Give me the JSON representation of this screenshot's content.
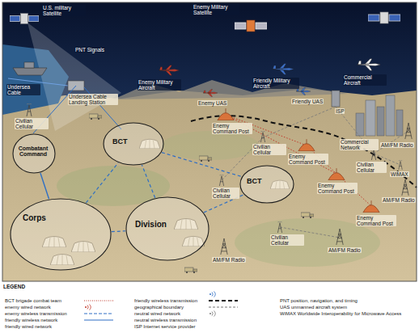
{
  "diagram": {
    "nodes": [
      {
        "text": [
          "Combatant Command"
        ]
      },
      {
        "text": [
          "BCT"
        ]
      },
      {
        "text": [
          "BCT"
        ]
      },
      {
        "text": [
          "Corps"
        ]
      },
      {
        "text": [
          "Division"
        ]
      }
    ],
    "edges": [
      {
        "from": 0,
        "to": 3,
        "arrow": "none"
      },
      {
        "from": 3,
        "to": 4,
        "arrow": "none"
      },
      {
        "from": 3,
        "to": 1,
        "arrow": "none"
      },
      {
        "from": 4,
        "to": 1,
        "arrow": "none"
      },
      {
        "from": 4,
        "to": 2,
        "arrow": "none"
      },
      {
        "from": 1,
        "to": 2,
        "arrow": "none"
      }
    ],
    "labels": [
      "LEGEND",
      "U.S. military Satellite",
      "Enemy Military Satellite",
      "PNT Signals",
      "Undersea Cable",
      "Undersea Cable Landing Station",
      "Enemy Military Aircraft",
      "Friendly Military Aircraft",
      "Commercial Aircraft",
      "Enemy UAS",
      "Friendly UAS",
      "ISP",
      "Enemy Command Post",
      "Civilian Cellular",
      "Civilian Cellular",
      "Enemy Command Post",
      "Commercial Network",
      "AM/FM Radio",
      "Civilian Cellular",
      "WiMAX",
      "Enemy Command Post",
      "AM/FM Radio",
      "Enemy Command Post",
      "Civilian Cellular",
      "Civilian Cellular",
      "AM/FM Radio",
      "AM/FM Radio"
    ],
    "legend": [
      {
        "text": "BCT brigade combat team"
      },
      {
        "text": "enemy wired network"
      },
      {
        "text": "enemy wireless transmission"
      },
      {
        "text": "friendly wireless network"
      },
      {
        "text": "friendly wired network"
      },
      {
        "text": "friendly wireless transmission"
      },
      {
        "text": "geographical boundary"
      },
      {
        "text": "neutral wired network"
      },
      {
        "text": "neutral wireless transmission"
      },
      {
        "text": "ISP Internet service provider"
      },
      {
        "text": "PNT position, navigation, and timing"
      },
      {
        "text": "UAS unmanned aircraft system"
      },
      {
        "text": "WiMAX Worldwide Interoperability for Microwave Access"
      }
    ]
  }
}
